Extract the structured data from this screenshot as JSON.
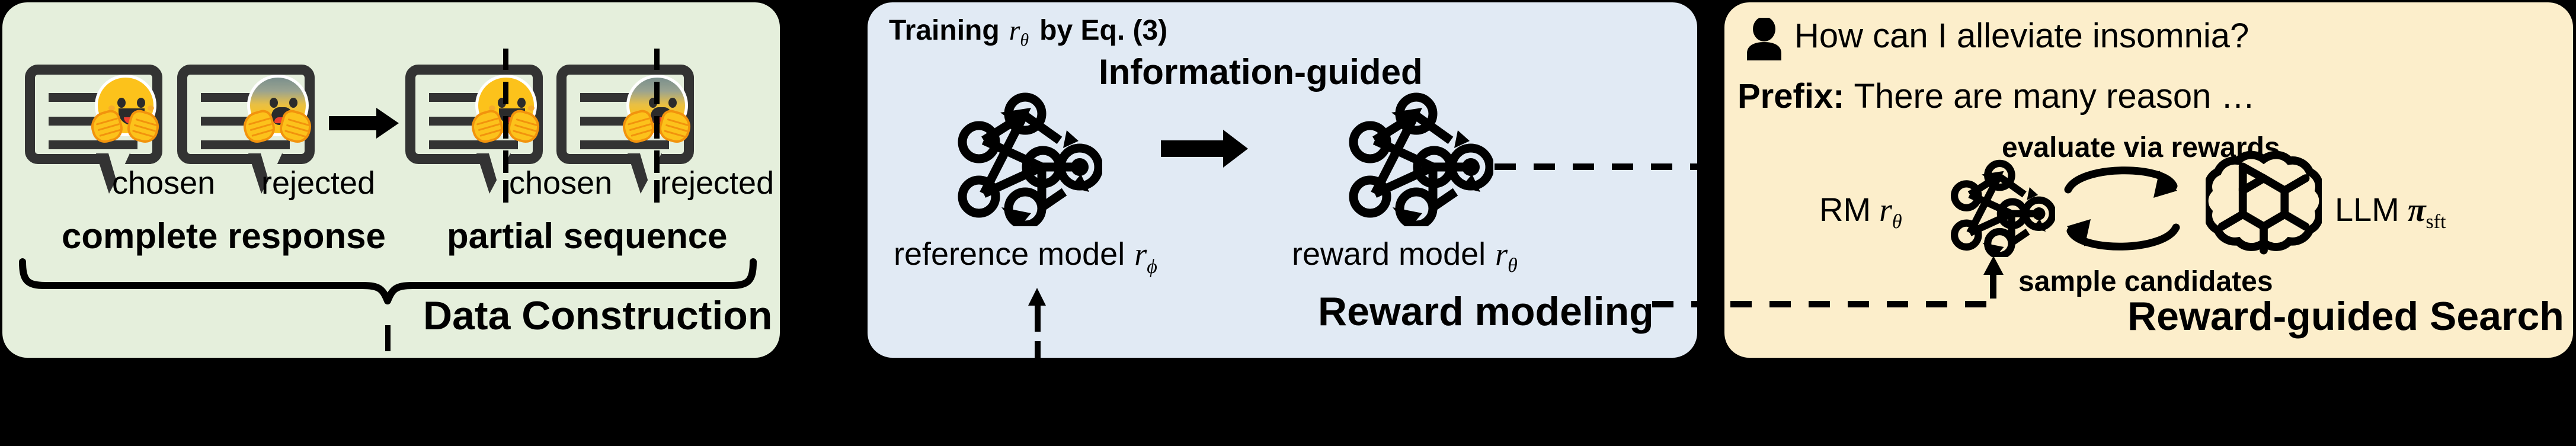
{
  "figure": {
    "background": "#000000",
    "panels": [
      {
        "id": "data-construction",
        "title": "Data Construction",
        "color": "#E5EFDC",
        "groups": [
          {
            "group_label": "complete response",
            "items": [
              "chosen",
              "rejected"
            ]
          },
          {
            "group_label": "partial sequence",
            "items": [
              "chosen",
              "rejected"
            ]
          }
        ],
        "bubble_icons": [
          "happy-face-icon",
          "sad-face-icon",
          "happy-face-icon",
          "sad-face-icon"
        ],
        "transition_arrow": "right-arrow-icon",
        "brace": "curly-brace-icon"
      },
      {
        "id": "reward-modeling",
        "title": "Reward modeling",
        "color": "#E1EAF4",
        "header_prefix": "Training",
        "header_symbol": "r",
        "header_symbol_sub": "θ",
        "header_suffix": "by Eq. (3)",
        "center_label": "Information-guided",
        "left_model_label": "reference model",
        "left_model_symbol": "r",
        "left_model_sub": "ϕ",
        "right_model_label": "reward model",
        "right_model_symbol": "r",
        "right_model_sub": "θ",
        "transition_arrow": "right-arrow-icon",
        "network_icon": "neural-network-icon",
        "inbound_connector": "dashed-up-arrow-icon",
        "outbound_connector": "dashed-line-icon"
      },
      {
        "id": "reward-guided-search",
        "title": "Reward-guided Search",
        "color": "#FCEECB",
        "user_icon": "user-avatar-icon",
        "question": "How can I alleviate insomnia?",
        "prefix_label": "Prefix:",
        "prefix_text": "There are many reason …",
        "loop_top_label": "evaluate via rewards",
        "loop_bottom_label": "sample candidates",
        "rm_label": "RM",
        "rm_symbol": "r",
        "rm_sub": "θ",
        "llm_label": "LLM",
        "llm_symbol": "π",
        "llm_sub": "sft",
        "rm_icon": "neural-network-icon",
        "llm_icon": "openai-logo-icon",
        "cycle_icon": "circular-arrows-icon",
        "inbound_connector": "dashed-up-arrow-icon",
        "inbound_line": "dashed-line-icon"
      }
    ]
  }
}
